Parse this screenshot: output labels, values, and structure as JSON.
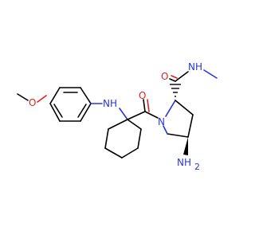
{
  "molecule": {
    "atoms": {
      "o_methoxy": "O",
      "nh_aniline": "NH",
      "o_carbonyl_ring": "O",
      "n_pyrrolidine": "N",
      "o_carbonyl_amide": "O",
      "nh_amide": "NH",
      "nh2_amino_n": "NH",
      "nh2_amino_sub": "2"
    },
    "colors": {
      "carbon_bond": "#000000",
      "nitrogen": "#2b35d6",
      "oxygen": "#e02020",
      "background": "#ffffff"
    }
  }
}
